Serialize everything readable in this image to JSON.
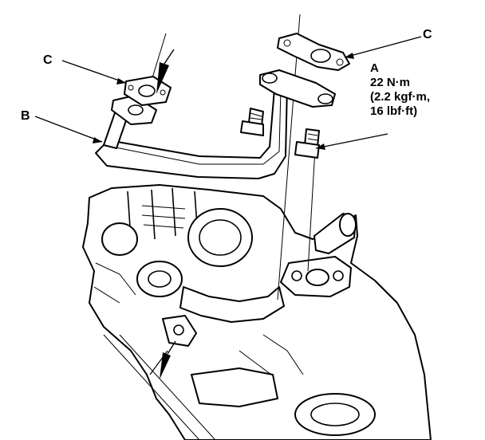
{
  "labels": {
    "a": "A",
    "b": "B",
    "c_left": "C",
    "c_right": "C"
  },
  "torque": {
    "line1": "22 N·m",
    "line2": "(2.2 kgf·m,",
    "line3": "16 lbf·ft)"
  },
  "icons": [
    "bolt-icon",
    "gasket-icon",
    "arrow-icon"
  ],
  "colors": {
    "ink": "#000000",
    "paper": "#ffffff"
  }
}
